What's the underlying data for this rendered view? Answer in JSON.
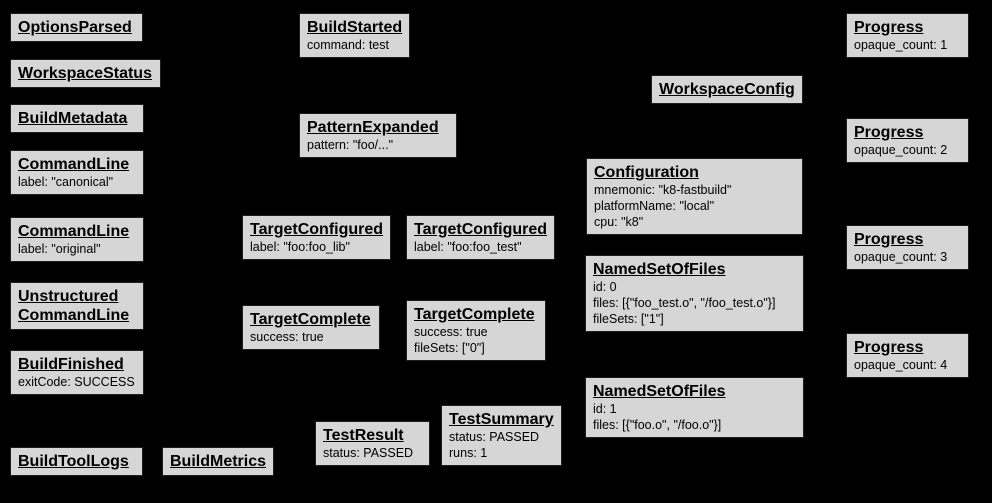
{
  "diagram": "build-event-protocol-graph",
  "colors": {
    "background": "#000000",
    "node_fill": "#d6d6d6",
    "node_border": "#1f1f1f",
    "text": "#000000"
  },
  "nodes": {
    "optionsParsed": {
      "title": "OptionsParsed"
    },
    "workspaceStatus": {
      "title": "WorkspaceStatus"
    },
    "buildMetadata": {
      "title": "BuildMetadata"
    },
    "commandLineCanonical": {
      "title": "CommandLine",
      "line1": "label: \"canonical\""
    },
    "commandLineOriginal": {
      "title": "CommandLine",
      "line1": "label: \"original\""
    },
    "unstructuredCommandLine": {
      "title": "Unstructured CommandLine"
    },
    "buildFinished": {
      "title": "BuildFinished",
      "line1": "exitCode: SUCCESS"
    },
    "buildToolLogs": {
      "title": "BuildToolLogs"
    },
    "buildMetrics": {
      "title": "BuildMetrics"
    },
    "buildStarted": {
      "title": "BuildStarted",
      "line1": "command: test"
    },
    "patternExpanded": {
      "title": "PatternExpanded",
      "line1": "pattern: \"foo/...\""
    },
    "targetConfiguredLib": {
      "title": "TargetConfigured",
      "line1": "label: \"foo:foo_lib\""
    },
    "targetCompleteLib": {
      "title": "TargetComplete",
      "line1": "success: true"
    },
    "testResult": {
      "title": "TestResult",
      "line1": "status: PASSED"
    },
    "targetConfiguredTest": {
      "title": "TargetConfigured",
      "line1": "label: \"foo:foo_test\""
    },
    "targetCompleteTest": {
      "title": "TargetComplete",
      "line1": "success: true",
      "line2": "fileSets: [\"0\"]"
    },
    "testSummary": {
      "title": "TestSummary",
      "line1": "status: PASSED",
      "line2": "runs: 1"
    },
    "workspaceConfig": {
      "title": "WorkspaceConfig"
    },
    "configuration": {
      "title": "Configuration",
      "line1": "mnemonic: \"k8-fastbuild\"",
      "line2": "platformName: \"local\"",
      "line3": "cpu: \"k8\""
    },
    "namedSetOfFiles0": {
      "title": "NamedSetOfFiles",
      "line1": "id: 0",
      "line2": "files: [{\"foo_test.o\", \"/foo_test.o\"}]",
      "line3": "fileSets: [\"1\"]"
    },
    "namedSetOfFiles1": {
      "title": "NamedSetOfFiles",
      "line1": "id: 1",
      "line2": "files: [{\"foo.o\", \"/foo.o\"}]"
    },
    "progress1": {
      "title": "Progress",
      "line1": "opaque_count: 1"
    },
    "progress2": {
      "title": "Progress",
      "line1": "opaque_count: 2"
    },
    "progress3": {
      "title": "Progress",
      "line1": "opaque_count: 3"
    },
    "progress4": {
      "title": "Progress",
      "line1": "opaque_count: 4"
    }
  }
}
